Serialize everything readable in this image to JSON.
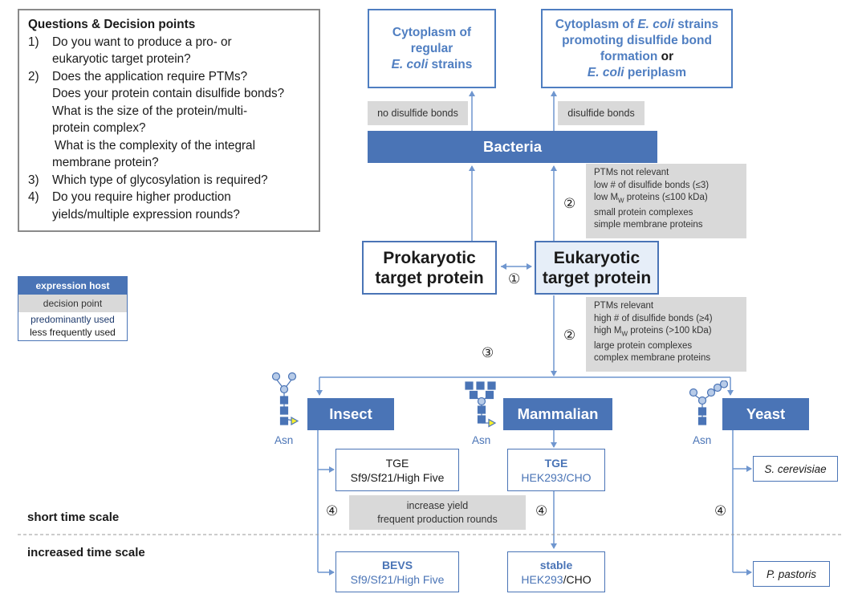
{
  "questions": {
    "title": "Questions & Decision points",
    "items": [
      {
        "num": "1)",
        "lines": [
          "Do you want to produce a pro- or",
          "eukaryotic target protein?"
        ]
      },
      {
        "num": "2)",
        "lines": [
          "Does the application require PTMs?"
        ]
      },
      {
        "num": "",
        "lines": [
          "Does your protein contain disulfide bonds?",
          "What is the size of the protein/multi-",
          "protein complex?"
        ]
      },
      {
        "num": "",
        "lines": [
          "What is the complexity of the integral",
          "membrane protein?"
        ]
      },
      {
        "num": "3)",
        "lines": [
          "Which type of glycosylation is required?"
        ]
      },
      {
        "num": "4)",
        "lines": [
          "Do you require higher production",
          "yields/multiple expression rounds?"
        ]
      }
    ]
  },
  "dest_regular": {
    "line1": "Cytoplasm of",
    "line2": "regular",
    "line3_italic": "E. coli",
    "line3_rest": " strains"
  },
  "dest_disulfide": {
    "l1a": "Cytoplasm of ",
    "l1_italic": "E. coli",
    "l1b": " strains",
    "l2": "promoting disulfide bond",
    "l3a": "formation ",
    "l3_or": "or",
    "l4_italic": "E. coli",
    "l4b": " periplasm"
  },
  "decision": {
    "no_disulfide": "no disulfide bonds",
    "disulfide": "disulfide bonds",
    "ptms_not_relevant": {
      "l1": "PTMs not relevant",
      "l2": "low # of disulfide bonds (≤3)",
      "l3a": "low M",
      "l3sub": "W",
      "l3b": " proteins (≤100 kDa)",
      "l4": "small protein complexes",
      "l5": "simple membrane proteins"
    },
    "ptms_relevant": {
      "l1": "PTMs relevant",
      "l2": "high # of disulfide bonds (≥4)",
      "l3a": "high M",
      "l3sub": "W",
      "l3b": " proteins (>100 kDa)",
      "l4": "large protein complexes",
      "l5": "complex membrane proteins"
    },
    "increase_yield": {
      "l1": "increase yield",
      "l2": "frequent production rounds"
    }
  },
  "hosts": {
    "bacteria": "Bacteria",
    "insect": "Insect",
    "mammalian": "Mammalian",
    "yeast": "Yeast"
  },
  "targets": {
    "pro_l1": "Prokaryotic",
    "pro_l2": "target protein",
    "euk_l1": "Eukaryotic",
    "euk_l2": "target protein",
    "arrow": "↔"
  },
  "circled": {
    "one": "①",
    "two": "②",
    "three": "③",
    "four": "④"
  },
  "legend": {
    "host": "expression host",
    "decision": "decision point",
    "predominant": "predominantly used",
    "less": "less frequently used"
  },
  "insect_options": {
    "tge_title": "TGE",
    "tge_cells": "Sf9/Sf21/High Five",
    "bevs_title": "BEVS",
    "bevs_cells": "Sf9/Sf21/High Five"
  },
  "mammal_options": {
    "tge_title": "TGE",
    "tge_cells": "HEK293/CHO",
    "stable_title": "stable",
    "stable_a": "HEK293",
    "stable_b": "/CHO"
  },
  "yeast_options": {
    "s_cerevisiae": "S. cerevisiae",
    "p_pastoris": "P. pastoris"
  },
  "asn_label": "Asn",
  "time": {
    "short": "short time scale",
    "increased": "increased time scale"
  },
  "colors": {
    "host_blue": "#4a74b6",
    "gray": "#d9d9d9",
    "fuc_yellow": "#f6ee2c",
    "man_blue": "#4a74b6",
    "glc_light": "#b7cbe8"
  }
}
